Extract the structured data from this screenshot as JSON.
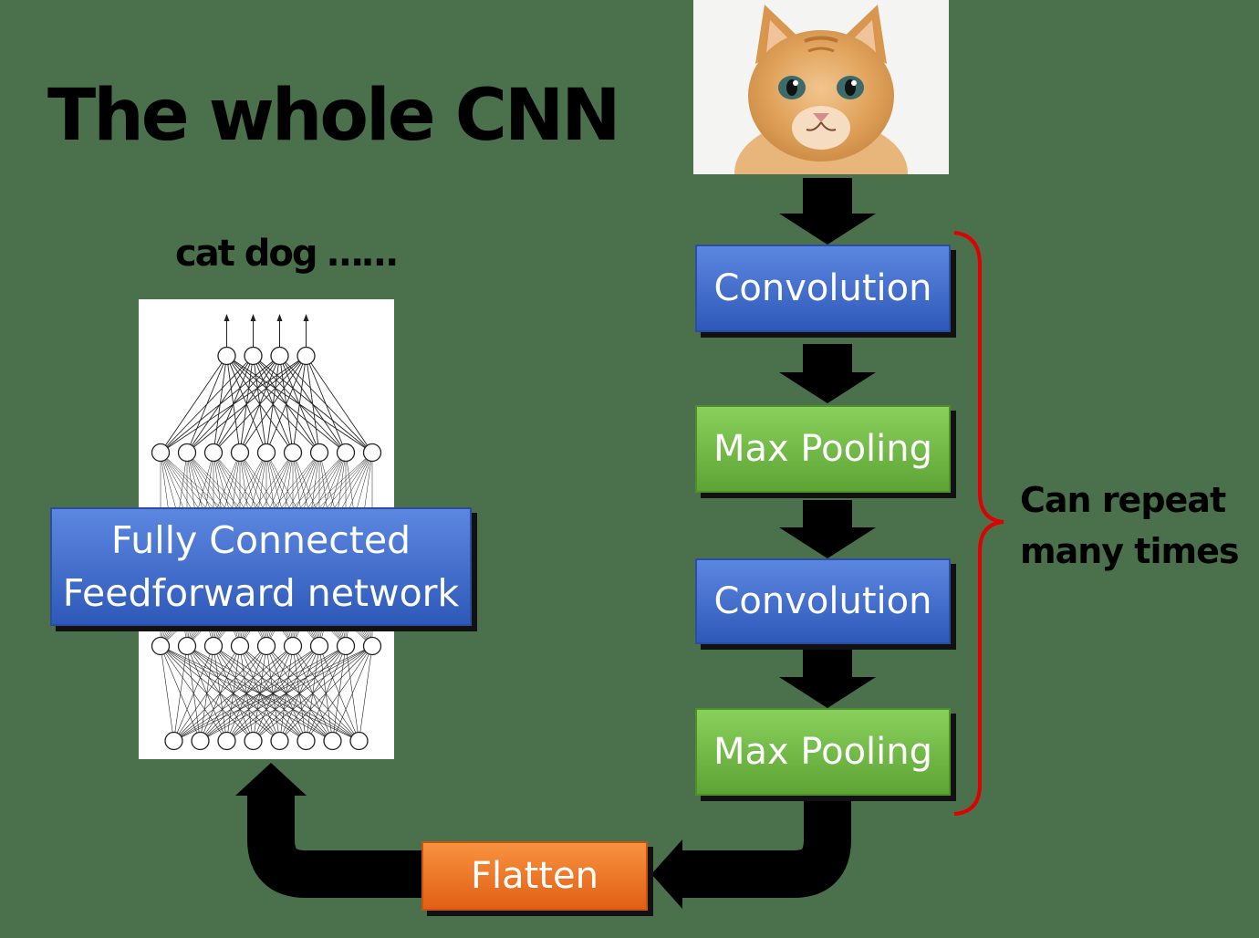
{
  "title": "The whole CNN",
  "outputs_label": "cat dog ……",
  "fc_box": {
    "line1": "Fully Connected",
    "line2": "Feedforward network"
  },
  "pipeline": [
    {
      "label": "Convolution",
      "kind": "blue"
    },
    {
      "label": "Max Pooling",
      "kind": "green"
    },
    {
      "label": "Convolution",
      "kind": "blue"
    },
    {
      "label": "Max Pooling",
      "kind": "green"
    }
  ],
  "flatten_label": "Flatten",
  "repeat_note": {
    "line1": "Can repeat",
    "line2": "many times"
  },
  "network": {
    "output_nodes": 4,
    "hidden_nodes": 9,
    "input_nodes": 8
  },
  "colors": {
    "background": "#4a704c",
    "convolution": "#3a64c8",
    "pooling": "#6fba44",
    "flatten": "#ee7425",
    "brace": "#e00000",
    "arrow": "#000000"
  }
}
